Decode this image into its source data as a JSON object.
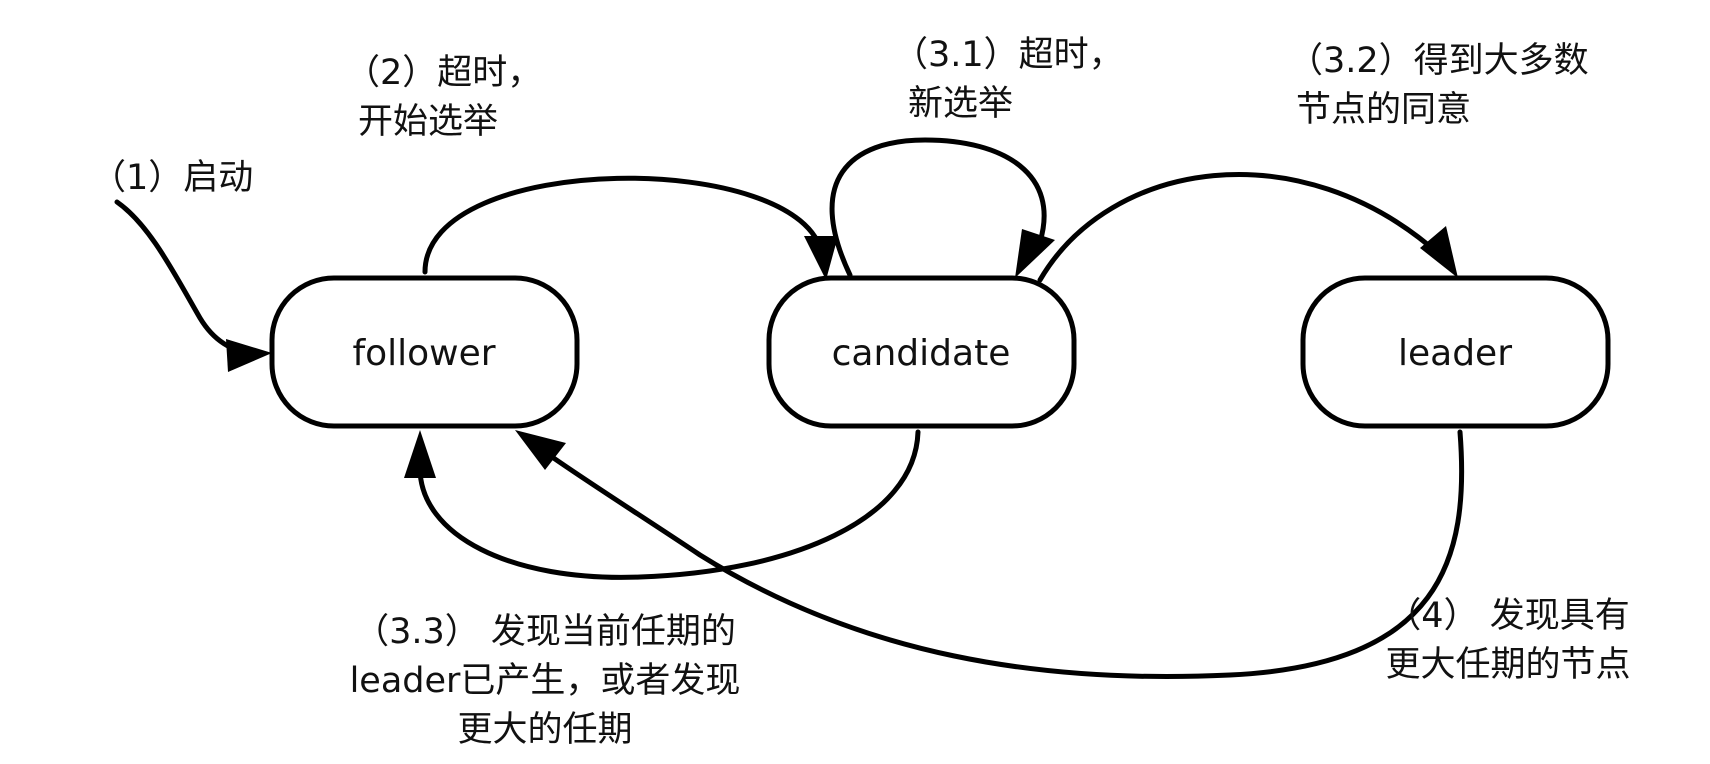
{
  "states": {
    "follower": "follower",
    "candidate": "candidate",
    "leader": "leader"
  },
  "transitions": {
    "t1": {
      "line1": "（1）启动"
    },
    "t2": {
      "line1": "（2）超时，",
      "line2": "开始选举"
    },
    "t31": {
      "line1": "（3.1）超时，",
      "line2": "新选举"
    },
    "t32": {
      "line1": "（3.2）得到大多数",
      "line2": "节点的同意"
    },
    "t33": {
      "line1": "（3.3） 发现当前任期的",
      "line2": "leader已产生，或者发现",
      "line3": "更大的任期"
    },
    "t4": {
      "line1": "（4） 发现具有",
      "line2": "更大任期的节点"
    }
  }
}
